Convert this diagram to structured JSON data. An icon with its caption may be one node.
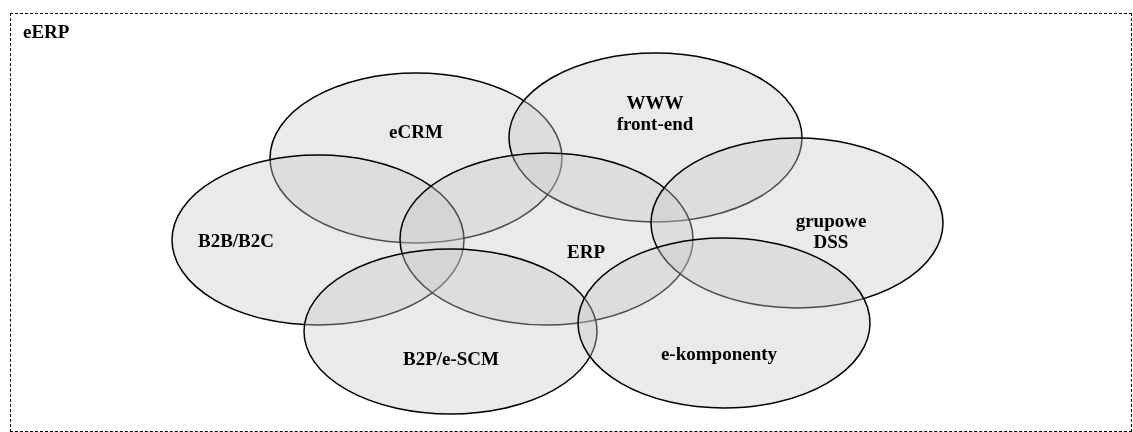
{
  "diagram": {
    "nodes": [
      {
        "text": [
          "eERP"
        ]
      },
      {
        "text": [
          "eCRM"
        ],
        "in": 0
      },
      {
        "text": [
          "WWW front-end"
        ],
        "in": 0
      },
      {
        "text": [
          "B2B/B2C"
        ],
        "in": 0
      },
      {
        "text": [
          "ERP"
        ],
        "in": 0
      },
      {
        "text": [
          "grupowe DSS"
        ],
        "in": 0
      },
      {
        "text": [
          "B2P/e-SCM"
        ],
        "in": 0
      },
      {
        "text": [
          "e-komponenty"
        ],
        "in": 0
      }
    ]
  }
}
